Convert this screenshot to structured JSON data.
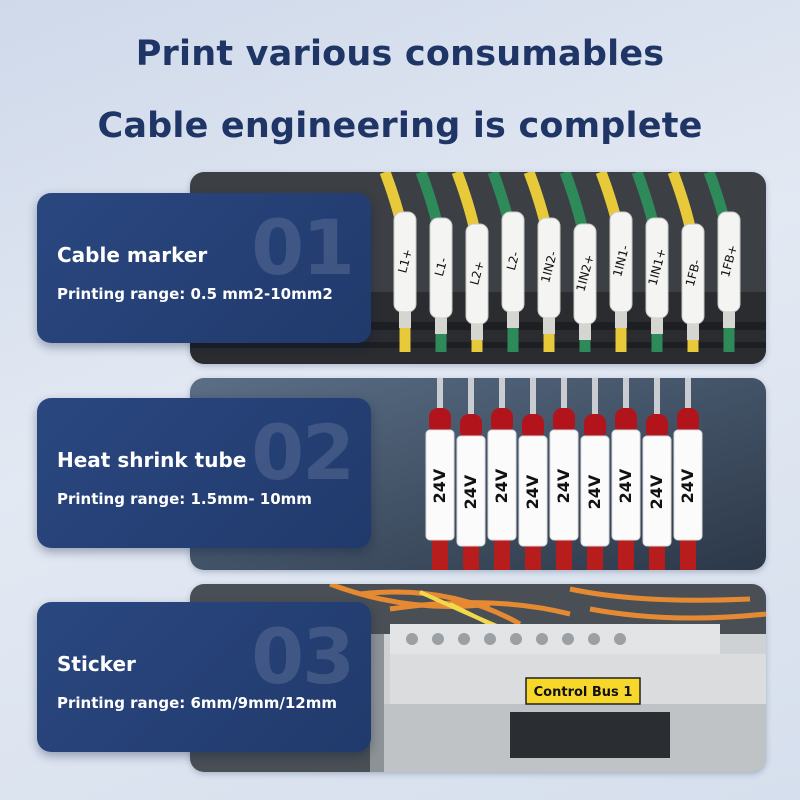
{
  "headline": {
    "line1": "Print various consumables",
    "line2": "Cable engineering is complete"
  },
  "items": [
    {
      "number": "01",
      "title": "Cable marker",
      "range": "Printing range: 0.5 mm2-10mm2",
      "labels": [
        "L1+",
        "L1-",
        "L2+",
        "L2-",
        "1IN2-",
        "1IN2+",
        "1IN1-",
        "1IN1+",
        "1FB-",
        "1FB+"
      ]
    },
    {
      "number": "02",
      "title": "Heat shrink tube",
      "range": "Printing range: 1.5mm- 10mm",
      "labels": [
        "24V",
        "24V",
        "24V",
        "24V",
        "24V",
        "24V",
        "24V",
        "24V",
        "24V"
      ]
    },
    {
      "number": "03",
      "title": "Sticker",
      "range": "Printing range: 6mm/9mm/12mm",
      "labels": [
        "Control Bus 1"
      ]
    }
  ],
  "colors": {
    "title": "#1e3566",
    "card": "#233e72",
    "sticker": "#f7d72a"
  }
}
